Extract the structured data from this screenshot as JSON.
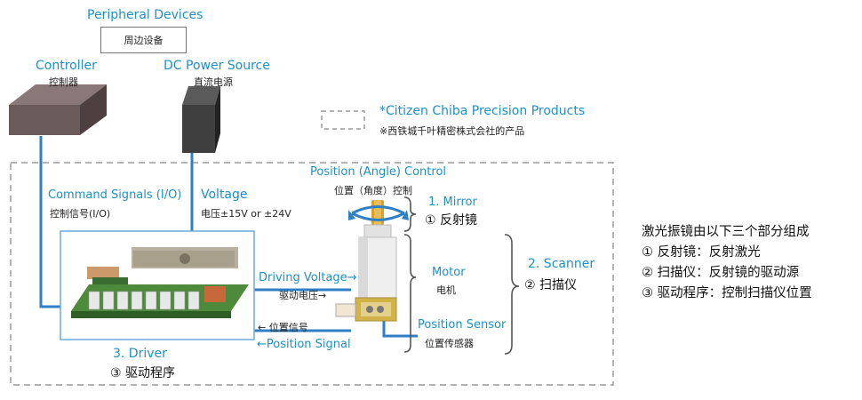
{
  "labels": {
    "peripheral_en": "Peripheral Devices",
    "peripheral_cn": "周边设备",
    "controller_en": "Controller",
    "controller_cn": "控制器",
    "dc_power_en": "DC Power Source",
    "dc_power_cn": "直流电源",
    "citizen_en": "*Citizen Chiba Precision Products",
    "citizen_cn": "※西铁城千叶精密株式会社的产品",
    "position_control_en": "Position (Angle) Control",
    "position_control_cn": "位置（角度）控制",
    "mirror_en": "1. Mirror",
    "mirror_cn": "① 反射镜",
    "motor_en": "Motor",
    "motor_cn": "电机",
    "scanner_en": "2. Scanner",
    "scanner_cn": "② 扫描仪",
    "position_sensor_en": "Position Sensor",
    "position_sensor_cn": "位置传感器",
    "command_signals_en": "Command Signals (I/O)",
    "command_signals_cn": "控制信号(I/O)",
    "voltage_en": "Voltage",
    "voltage_cn": "电压±15V or ±24V",
    "driving_voltage_en": "Driving Voltage→",
    "driving_voltage_cn": "驱动电压→",
    "position_signal_cn": "← 位置信号",
    "position_signal_en": "←Position Signal",
    "driver_en": "3. Driver",
    "driver_cn": "③ 驱动程序"
  },
  "legend": {
    "title": "激光振镜由以下三个部分组成",
    "line1": "① 反射镜：反射激光",
    "line2": "② 扫描仪：反射镜的驱动源",
    "line3": "③ 驱动程序：控制扫描仪位置"
  },
  "colors": {
    "label_blue": "#1f8fc6",
    "connector_blue": "#2f7fc4",
    "controller_box": "#6b5a5a",
    "power_box": "#3f3f3f",
    "dashed_border": "#9a9a9a"
  }
}
